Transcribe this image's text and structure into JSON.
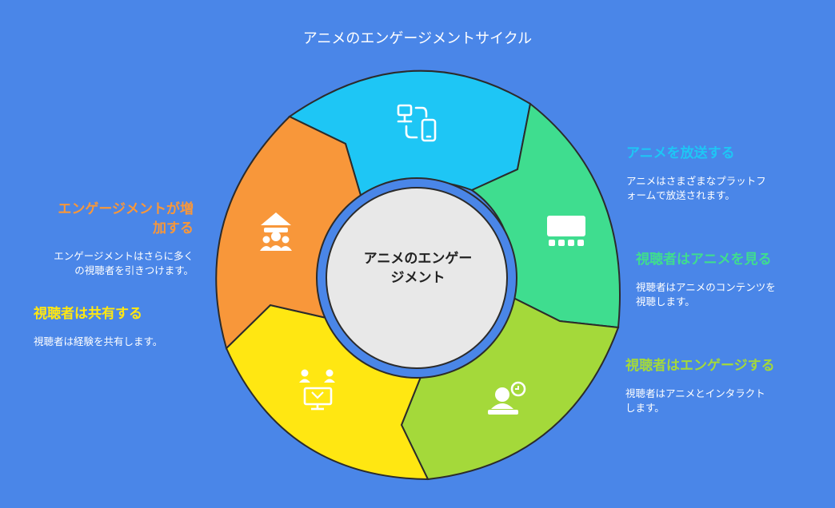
{
  "title": "アニメのエンゲージメントサイクル",
  "center": {
    "line1": "アニメのエンゲー",
    "line2": "ジメント"
  },
  "stages": [
    {
      "heading": "アニメを放送する",
      "desc_line1": "アニメはさまざまなプラットフ",
      "desc_line2": "ォームで放送されます。",
      "color": "#1ec6f5",
      "icon": "devices-sync-icon"
    },
    {
      "heading": "視聴者はアニメを見る",
      "desc_line1": "視聴者はアニメのコンテンツを",
      "desc_line2": "視聴します。",
      "color": "#3fdd8f",
      "icon": "theater-screen-icon"
    },
    {
      "heading": "視聴者はエンゲージする",
      "desc_line1": "視聴者はアニメとインタラクト",
      "desc_line2": "します。",
      "color": "#a4d93a",
      "icon": "presenter-chat-icon"
    },
    {
      "heading": "視聴者は共有する",
      "desc_line1": "視聴者は経験を共有します。",
      "color": "#ffe712",
      "icon": "people-share-icon"
    },
    {
      "heading_line1": "エンゲージメントが増",
      "heading_line2": "加する",
      "desc_line1": "エンゲージメントはさらに多く",
      "desc_line2": "の視聴者を引きつけます。",
      "color": "#f8973a",
      "icon": "group-attraction-icon"
    }
  ]
}
